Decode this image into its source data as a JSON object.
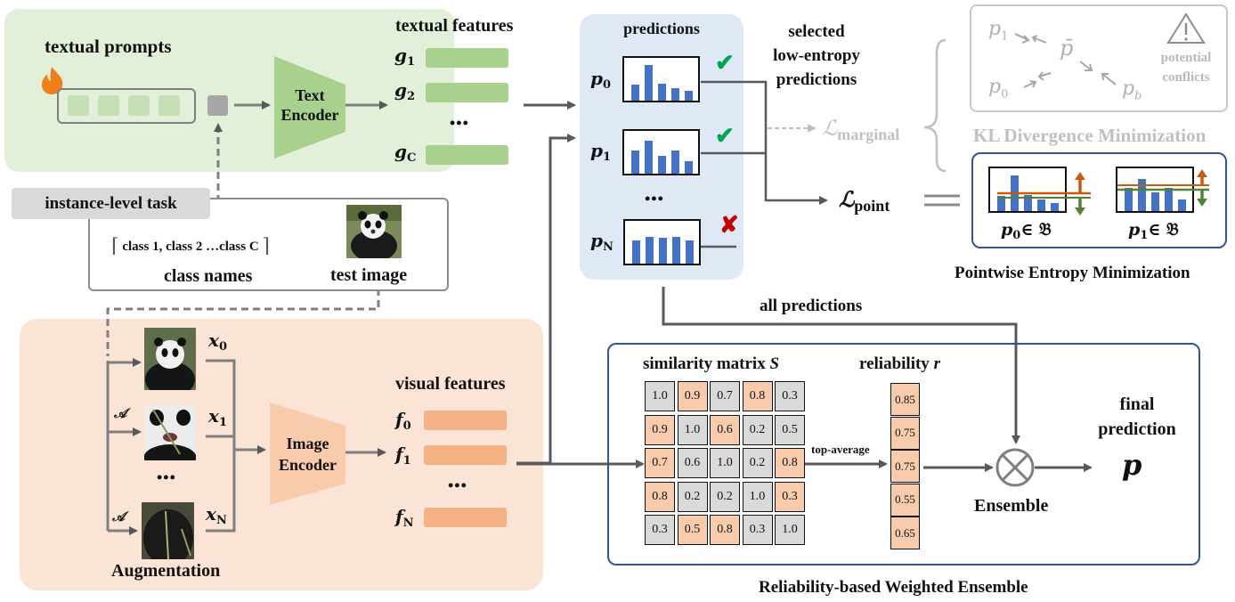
{
  "colors": {
    "green_panel": "#e2efd9",
    "green_feature": "#a9d18e",
    "orange_panel": "#fbe4d5",
    "orange_feature": "#f4b183",
    "blue_panel": "#dee9f5",
    "blue_border": "#2f5597",
    "bar_blue": "#4472c4",
    "arrow_gray": "#595959",
    "muted_gray": "#c0c0c0",
    "check_green": "#00a651",
    "cross_red": "#c00000",
    "flame_orange": "#f07f1a",
    "line_orange": "#c55a11",
    "line_green": "#548235"
  },
  "text_branch": {
    "prompts_label": "textual prompts",
    "encoder_label_line1": "Text",
    "encoder_label_line2": "Encoder",
    "features_label": "textual features",
    "features": [
      {
        "name": "g",
        "sub": "1"
      },
      {
        "name": "g",
        "sub": "2"
      },
      {
        "name": "g",
        "sub": "C"
      }
    ],
    "ellipsis": "•••",
    "prompt_tokens": 4,
    "flame_icon": "flame-icon"
  },
  "task_box": {
    "tag": "instance-level task",
    "class_list": "class 1, class 2 …class C",
    "class_names_label": "class names",
    "test_image_label": "test image"
  },
  "image_branch": {
    "augmentation_label": "Augmentation",
    "aug_symbol": "𝒜",
    "views": [
      {
        "name": "x",
        "sub": "0"
      },
      {
        "name": "x",
        "sub": "1"
      },
      {
        "name": "x",
        "sub": "N"
      }
    ],
    "ellipsis": "•••",
    "encoder_label_line1": "Image",
    "encoder_label_line2": "Encoder",
    "features_label": "visual features",
    "features": [
      {
        "name": "f",
        "sub": "0"
      },
      {
        "name": "f",
        "sub": "1"
      },
      {
        "name": "f",
        "sub": "N"
      }
    ]
  },
  "predictions": {
    "title": "predictions",
    "items": [
      {
        "name": "p",
        "sub": "0",
        "bars": [
          0.42,
          0.95,
          0.45,
          0.33,
          0.27
        ],
        "status": "✔",
        "selected": true
      },
      {
        "name": "p",
        "sub": "1",
        "bars": [
          0.62,
          0.88,
          0.47,
          0.62,
          0.34
        ],
        "status": "✔",
        "selected": true
      },
      {
        "name": "p",
        "sub": "N",
        "bars": [
          0.62,
          0.72,
          0.7,
          0.72,
          0.62
        ],
        "status": "✘",
        "selected": false
      }
    ],
    "ellipsis": "•••",
    "selected_label_line1": "selected",
    "selected_label_line2": "low-entropy",
    "selected_label_line3": "predictions",
    "all_predictions_label": "all predictions"
  },
  "losses": {
    "marginal_symbol": "ℒ",
    "marginal_sub": "marginal",
    "point_symbol": "ℒ",
    "point_sub": "point",
    "equals": "="
  },
  "kl_box": {
    "title": "KL Divergence Minimization",
    "p1": "p",
    "p1_sub": "1",
    "p0": "p",
    "p0_sub": "0",
    "pbar": "p̄",
    "pb": "p",
    "pb_sub": "b",
    "warning_icon": "⚠",
    "warning_line1": "potential",
    "warning_line2": "conflicts"
  },
  "pointwise_box": {
    "title": "Pointwise Entropy Minimization",
    "items": [
      {
        "label": "p",
        "sub": "0",
        "member": "∈ 𝔅",
        "bars": [
          0.4,
          0.95,
          0.42,
          0.3,
          0.22
        ]
      },
      {
        "label": "p",
        "sub": "1",
        "member": "∈ 𝔅",
        "bars": [
          0.62,
          0.85,
          0.5,
          0.62,
          0.3
        ]
      }
    ]
  },
  "ensemble": {
    "title": "Reliability-based Weighted Ensemble",
    "similarity_label": "similarity matrix",
    "similarity_symbol": "S",
    "matrix": [
      [
        "1.0",
        "0.9",
        "0.7",
        "0.8",
        "0.3"
      ],
      [
        "0.9",
        "1.0",
        "0.6",
        "0.2",
        "0.5"
      ],
      [
        "0.7",
        "0.6",
        "1.0",
        "0.2",
        "0.8"
      ],
      [
        "0.8",
        "0.2",
        "0.2",
        "1.0",
        "0.3"
      ],
      [
        "0.3",
        "0.5",
        "0.8",
        "0.3",
        "1.0"
      ]
    ],
    "matrix_highlight": [
      [
        0,
        1,
        0,
        1,
        0
      ],
      [
        1,
        0,
        1,
        0,
        0
      ],
      [
        1,
        0,
        0,
        0,
        1
      ],
      [
        1,
        0,
        0,
        0,
        1
      ],
      [
        0,
        1,
        1,
        0,
        0
      ]
    ],
    "top_average_label": "top-average",
    "reliability_label": "reliability",
    "reliability_symbol": "r",
    "reliability": [
      "0.85",
      "0.75",
      "0.75",
      "0.55",
      "0.65"
    ],
    "ensemble_label": "Ensemble",
    "final_label_line1": "final",
    "final_label_line2": "prediction",
    "final_symbol": "p"
  }
}
